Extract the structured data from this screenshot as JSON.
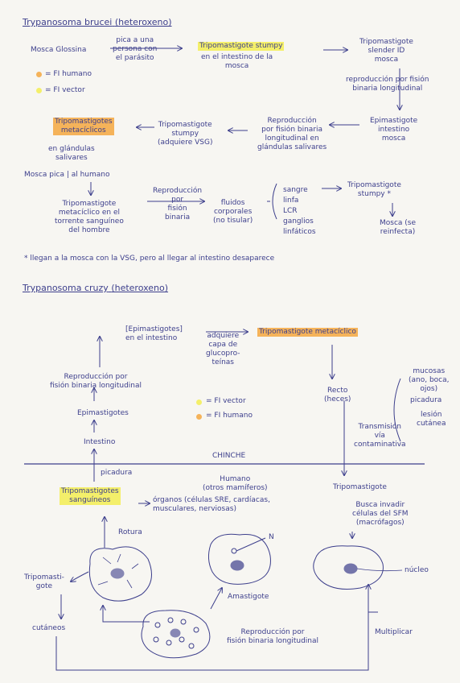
{
  "section1": {
    "title": "Trypanosoma brucei",
    "title_note": "(heteroxeno)",
    "mosca": "Mosca Glossina",
    "pica": "pica a una\npersona con\nel parásito",
    "stumpy1": "Tripomastigote stumpy",
    "stumpy1_sub": "en el intestino de la\nmosca",
    "slender": "Tripomastigote\nslender ID\nmosca",
    "repro1": "reproducción por fisión\nbinaria longitudinal",
    "epi": "Epimastigote\nintestino\nmosca",
    "repro2": "Reproducción\npor fisión binaria\nlongitudinal en\nglándulas salivares",
    "stumpy2": "Tripomastigote\nstumpy\n(adquiere VSG)",
    "metaciclico": "Tripomastigotes\nmetacíclicos",
    "glandulas": "en glándulas\nsalivares",
    "mosca_pica": "Mosca pica | al humano",
    "metac_torrente": "Tripomastigote\nmetacíclico en el\ntorrente sanguíneo\ndel hombre",
    "repro3": "Reproducción\npor\nfisión\nbinaria",
    "fluidos": "fluidos\ncorporales\n(no tisular)",
    "sitios": "sangre\nlinfa\nLCR\nganglios\nlinfáticos",
    "stumpy3": "Tripomastigote\nstumpy *",
    "mosca_re": "Mosca (se\nreinfecta)",
    "nota": "* llegan a la mosca con la VSG, pero al llegar al intestino desaparece",
    "legend_humano": "= FI humano",
    "legend_vector": "= FI vector"
  },
  "section2": {
    "title": "Trypanosoma cruzy",
    "title_note": "(heteroxeno)",
    "epi_intestino": "[Epimastigotes]\nen el intestino",
    "adquiere": "adquiere\ncapa de\nglucopro-\nteínas",
    "metaciclico": "Tripomastigote metacíclico",
    "repro": "Reproducción por\nfisión binaria longitudinal",
    "epimastigotes": "Epimastigotes",
    "intestino": "Intestino",
    "recto": "Recto\n(heces)",
    "mucosas": "mucosas\n(ano, boca,\nojos)",
    "picadura_r": "picadura",
    "lesion": "lesión\ncutánea",
    "transmision": "Transmisión\nvía\ncontaminativa",
    "legend_vector": "= FI vector",
    "legend_humano": "= FI humano",
    "chinche": "CHINCHE",
    "picadura": "picadura",
    "humano": "Humano\n(otros mamíferos)",
    "sanguineos": "Tripomastigotes\nsanguíneos",
    "organos": "órganos (células SRE, cardíacas,\nmusculares, nerviosas)",
    "tripo": "Tripomastigote",
    "busca": "Busca invadir\ncélulas del SFM\n(macrófagos)",
    "rotura": "Rotura",
    "tripo_gote": "Tripomasti-\ngote",
    "n_label": "N",
    "nucleo": "núcleo",
    "amastigote": "Amastigote",
    "cutaneos": "cutáneos",
    "repro_amast": "Reproducción por\nfisión binaria longitudinal",
    "multiplicar": "Multiplicar"
  },
  "colors": {
    "ink": "#3d3f8c",
    "yellow": "#f4ef6a",
    "orange": "#f5b35a"
  }
}
